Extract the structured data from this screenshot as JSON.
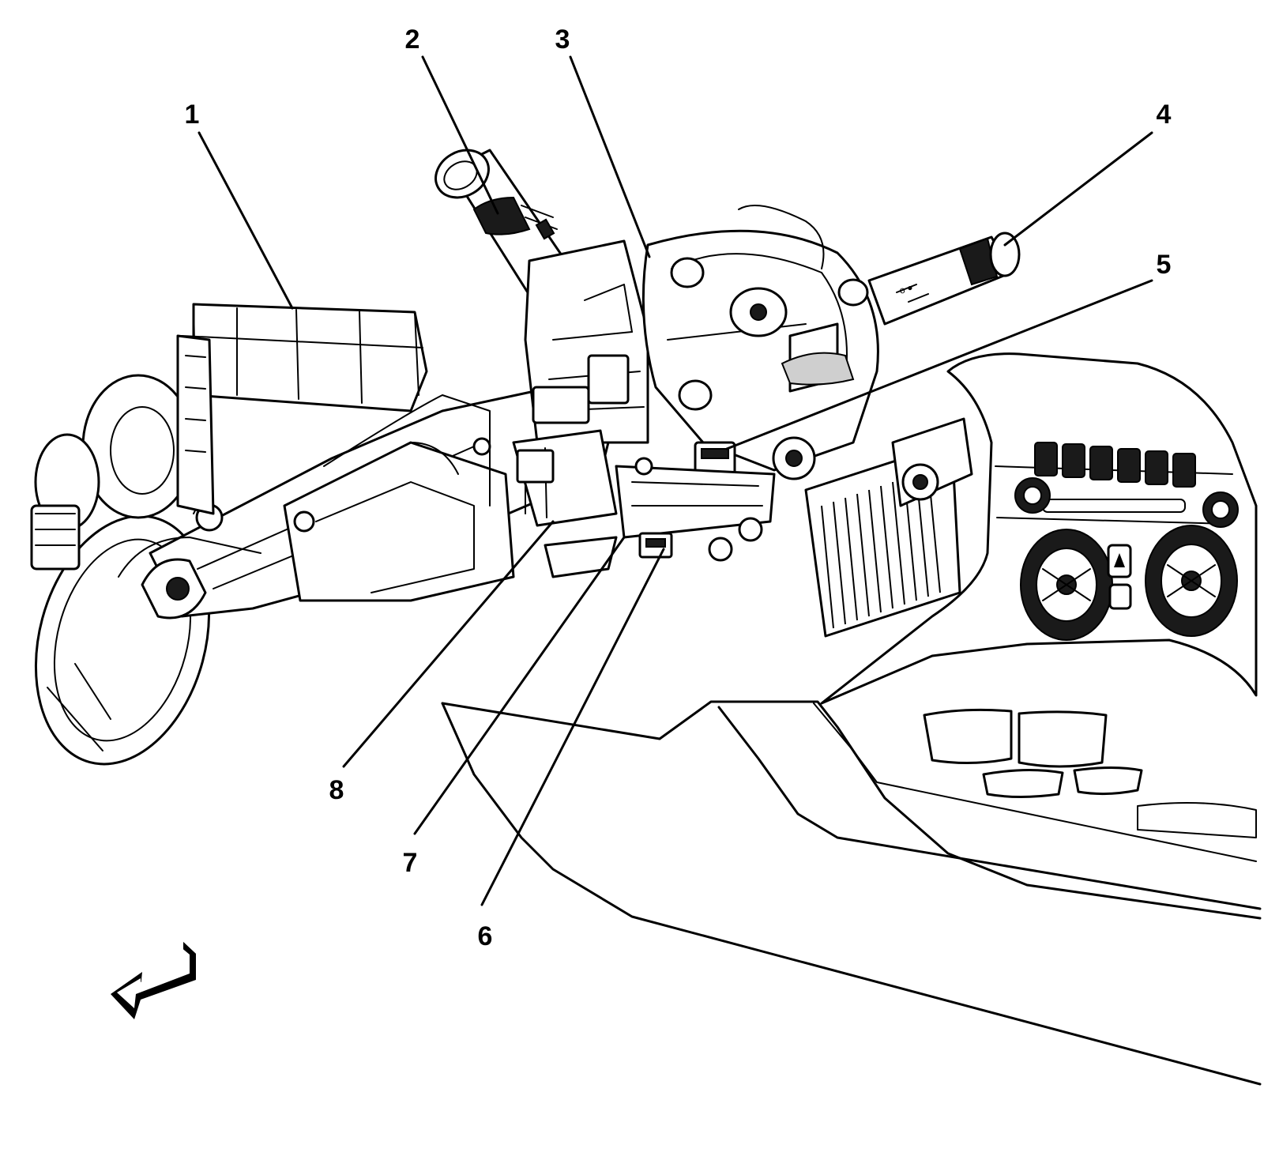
{
  "callouts": [
    {
      "id": "1",
      "label": "1"
    },
    {
      "id": "2",
      "label": "2"
    },
    {
      "id": "3",
      "label": "3"
    },
    {
      "id": "4",
      "label": "4"
    },
    {
      "id": "5",
      "label": "5"
    },
    {
      "id": "6",
      "label": "6"
    },
    {
      "id": "7",
      "label": "7"
    },
    {
      "id": "8",
      "label": "8"
    }
  ],
  "direction_arrow": {
    "icon": "forward-direction-arrow-icon"
  }
}
